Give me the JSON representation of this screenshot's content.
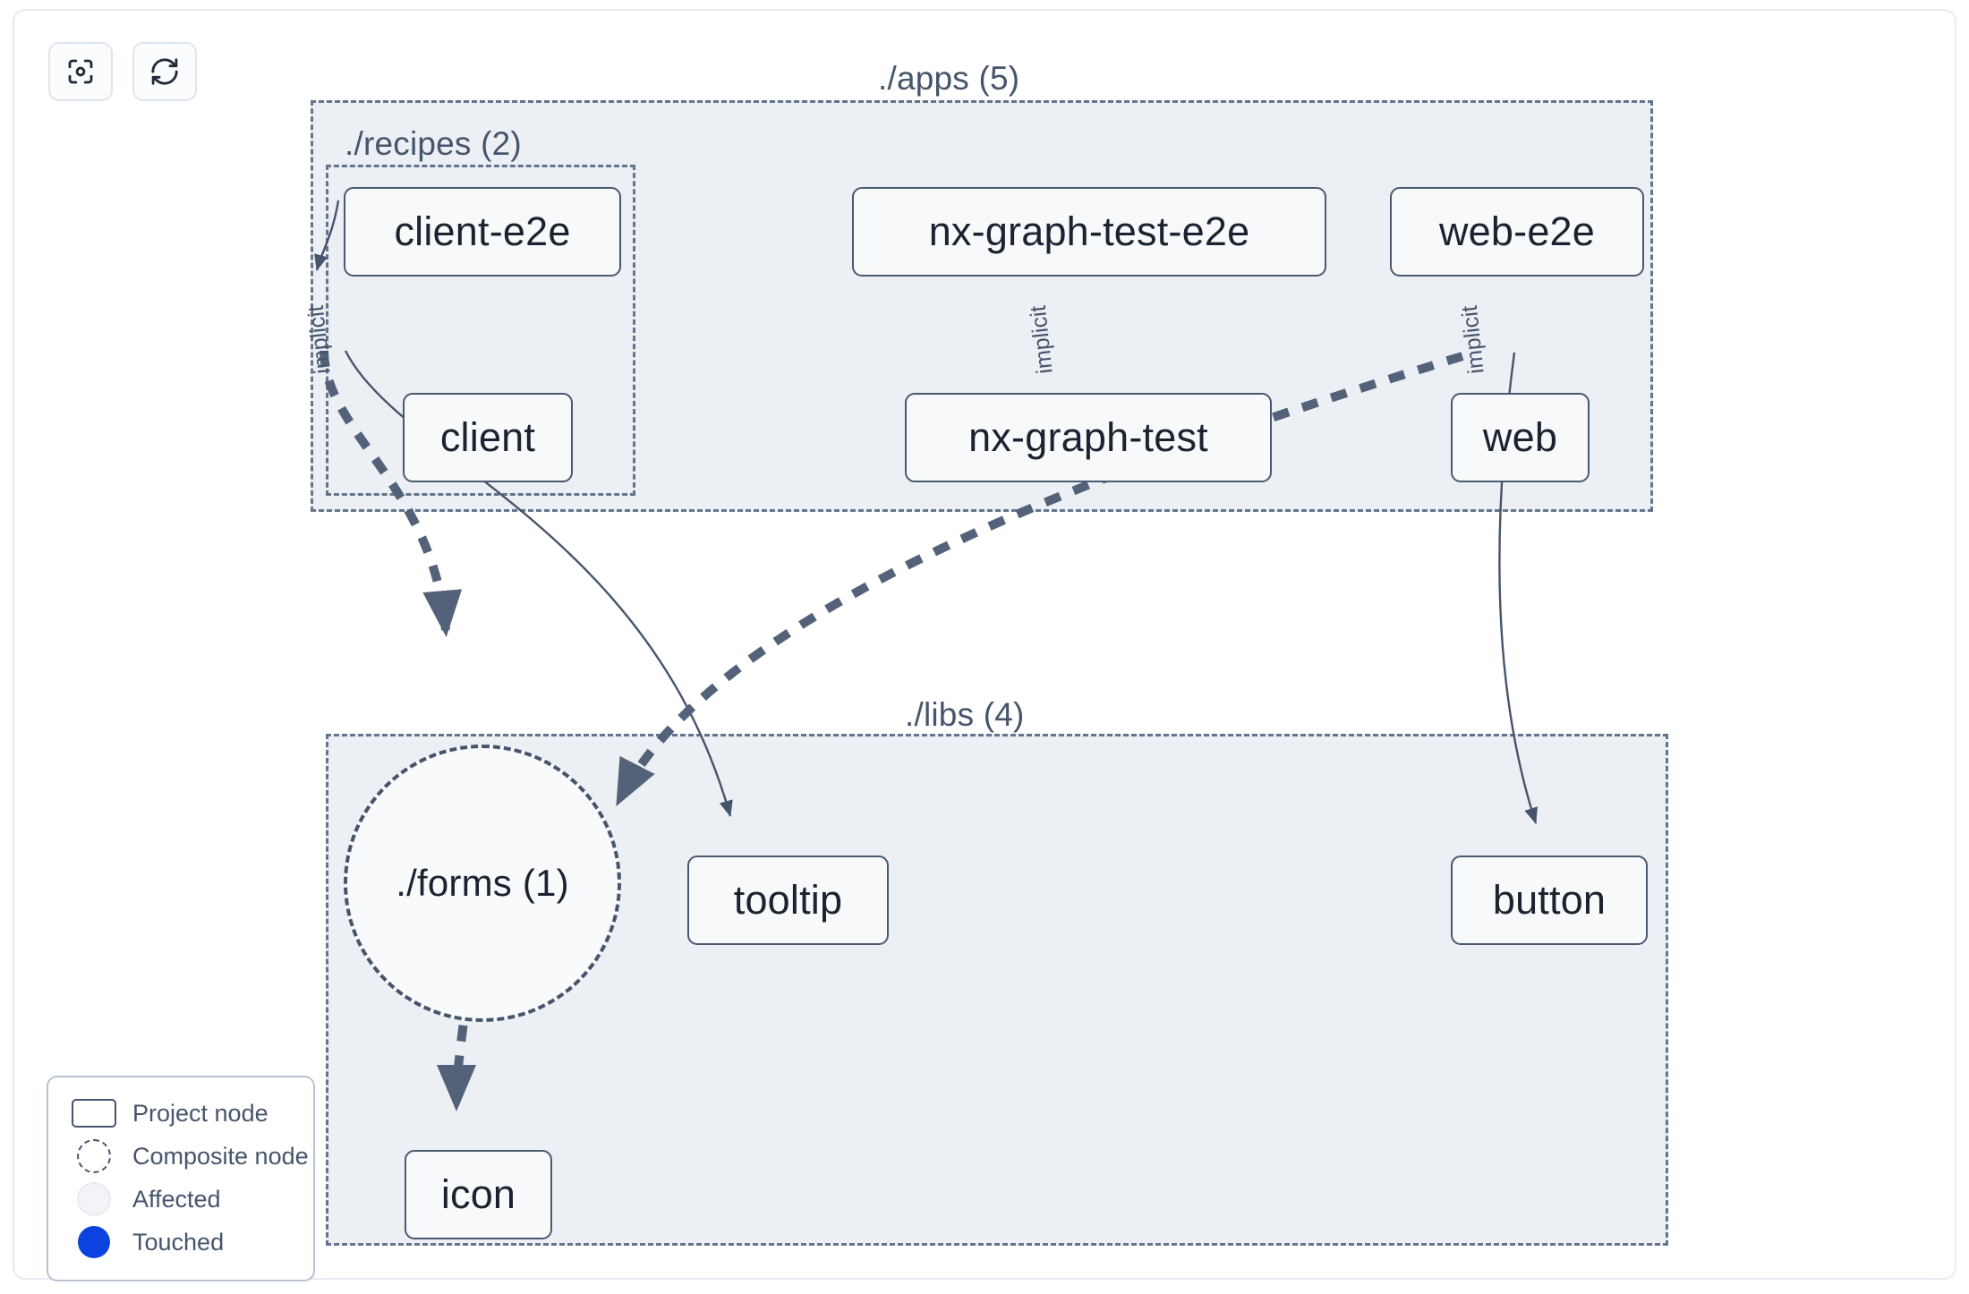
{
  "toolbar": {
    "buttons": [
      {
        "name": "focus-graph-button",
        "icon": "viewfinder-icon",
        "label": ""
      },
      {
        "name": "refresh-graph-button",
        "icon": "refresh-icon",
        "label": ""
      }
    ]
  },
  "graph": {
    "groups": [
      {
        "id": "apps",
        "label": "./apps (5)"
      },
      {
        "id": "recipes",
        "label": "./recipes (2)"
      },
      {
        "id": "libs",
        "label": "./libs (4)"
      }
    ],
    "nodes": [
      {
        "id": "client-e2e",
        "label": "client-e2e",
        "shape": "rect",
        "group": "recipes"
      },
      {
        "id": "client",
        "label": "client",
        "shape": "rect",
        "group": "recipes"
      },
      {
        "id": "nx-graph-test-e2e",
        "label": "nx-graph-test-e2e",
        "shape": "rect",
        "group": "apps"
      },
      {
        "id": "nx-graph-test",
        "label": "nx-graph-test",
        "shape": "rect",
        "group": "apps"
      },
      {
        "id": "web-e2e",
        "label": "web-e2e",
        "shape": "rect",
        "group": "apps"
      },
      {
        "id": "web",
        "label": "web",
        "shape": "rect",
        "group": "apps"
      },
      {
        "id": "forms",
        "label": "./forms (1)",
        "shape": "circle",
        "group": "libs"
      },
      {
        "id": "tooltip",
        "label": "tooltip",
        "shape": "rect",
        "group": "libs"
      },
      {
        "id": "button",
        "label": "button",
        "shape": "rect",
        "group": "libs"
      },
      {
        "id": "icon",
        "label": "icon",
        "shape": "rect",
        "group": "libs"
      }
    ],
    "edges": [
      {
        "from": "client-e2e",
        "to": "client",
        "label": "implicit",
        "style": "solid-thin"
      },
      {
        "from": "nx-graph-test-e2e",
        "to": "nx-graph-test",
        "label": "implicit",
        "style": "solid-thin"
      },
      {
        "from": "web-e2e",
        "to": "web",
        "label": "implicit",
        "style": "solid-thin"
      },
      {
        "from": "client",
        "to": "forms",
        "label": "",
        "style": "dashed-thick"
      },
      {
        "from": "client",
        "to": "tooltip",
        "label": "",
        "style": "solid-thin"
      },
      {
        "from": "web",
        "to": "forms",
        "label": "",
        "style": "dashed-thick"
      },
      {
        "from": "web",
        "to": "button",
        "label": "",
        "style": "solid-thin"
      },
      {
        "from": "forms",
        "to": "icon",
        "label": "",
        "style": "dashed-thick"
      }
    ]
  },
  "legend": {
    "items": [
      {
        "swatch": "project-node-swatch",
        "label": "Project node"
      },
      {
        "swatch": "composite-node-swatch",
        "label": "Composite node"
      },
      {
        "swatch": "affected-swatch",
        "label": "Affected"
      },
      {
        "swatch": "touched-swatch",
        "label": "Touched"
      }
    ]
  },
  "colors": {
    "node_border": "#495a70",
    "node_fill": "#f7f9fb",
    "group_fill": "#eceff4",
    "group_border": "#64748b",
    "edge": "#46556b",
    "touched": "#0c43e0",
    "text": "#1b2330"
  }
}
